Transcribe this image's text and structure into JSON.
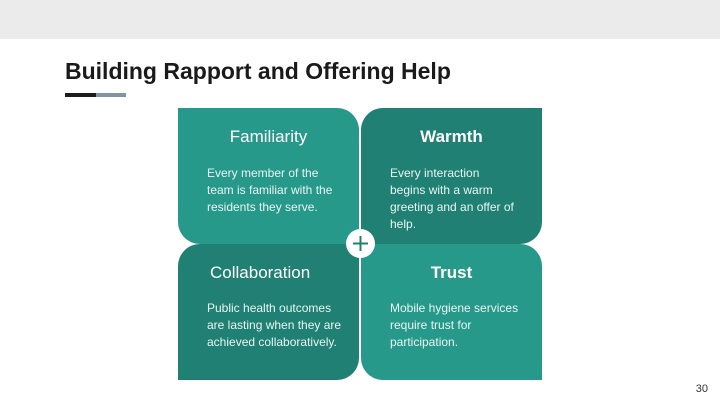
{
  "slide": {
    "title": "Building Rapport and Offering Help",
    "page_number": "30"
  },
  "quadrants": {
    "familiarity": {
      "title": "Familiarity",
      "text": "Every member of the team is familiar with the residents they serve."
    },
    "warmth": {
      "title": "Warmth",
      "text": "Every interaction begins with a warm greeting and an offer of help."
    },
    "collaboration": {
      "title": "Collaboration",
      "text": "Public health outcomes are lasting when they are achieved collaboratively."
    },
    "trust": {
      "title": "Trust",
      "text": "Mobile hygiene services require trust for participation."
    }
  },
  "center_icon": "plus-icon",
  "colors": {
    "teal_light": "#26998a",
    "teal_dark": "#1f8073",
    "accent_dark": "#1c1c1c",
    "accent_grey": "#7f95a6"
  }
}
